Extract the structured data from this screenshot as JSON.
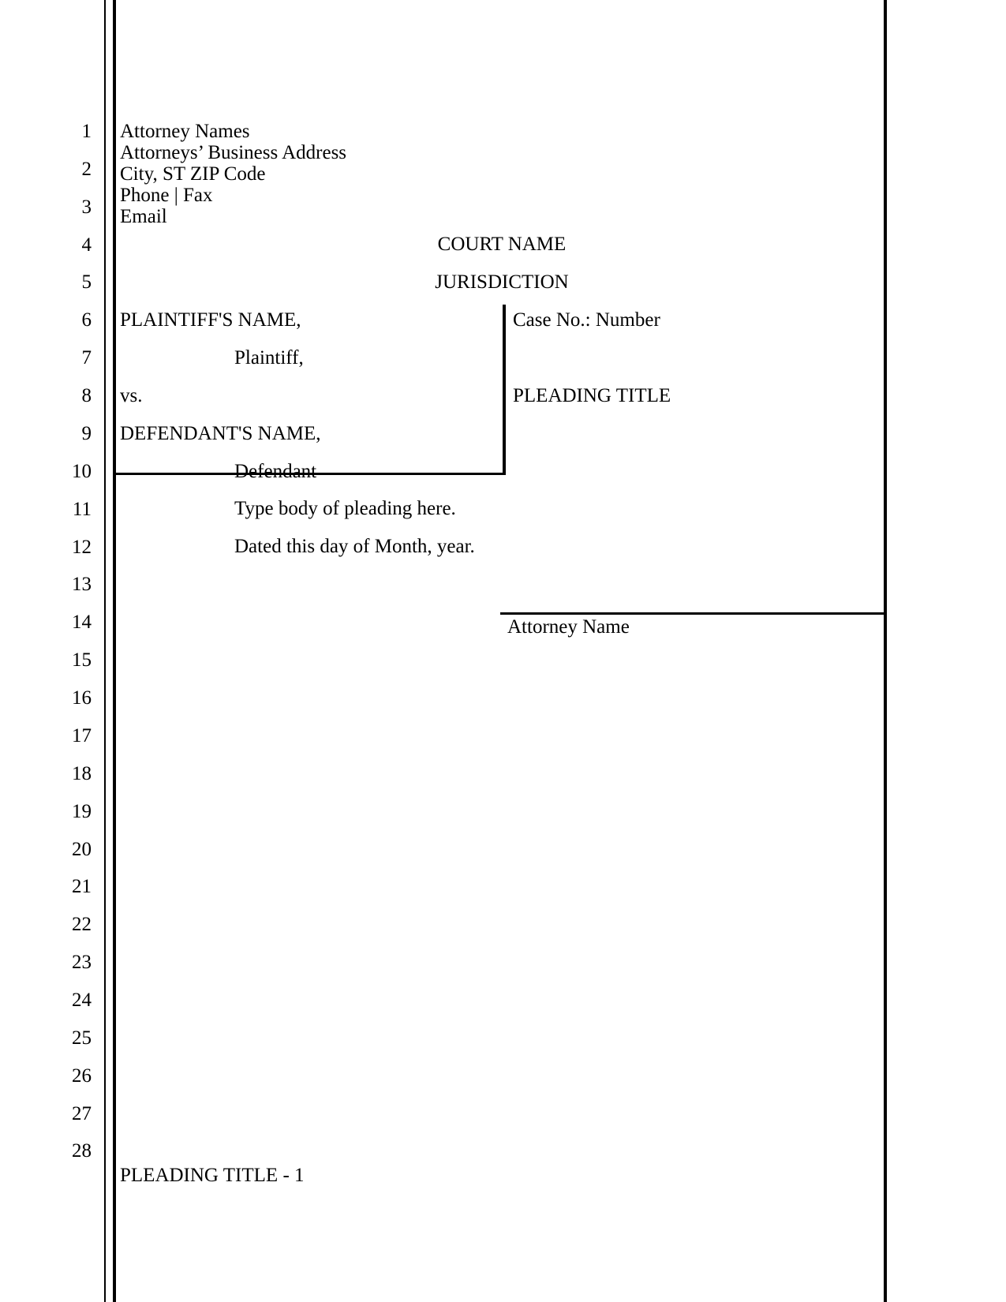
{
  "colors": {
    "background": "#ffffff",
    "text": "#000000",
    "rules": "#000000"
  },
  "document": {
    "line_numbers": [
      "1",
      "2",
      "3",
      "4",
      "5",
      "6",
      "7",
      "8",
      "9",
      "10",
      "11",
      "12",
      "13",
      "14",
      "15",
      "16",
      "17",
      "18",
      "19",
      "20",
      "21",
      "22",
      "23",
      "24",
      "25",
      "26",
      "27",
      "28"
    ],
    "attorney_block": {
      "lines": [
        "Attorney Names",
        "Attorneys’ Business Address",
        "City, ST ZIP Code",
        "Phone | Fax",
        "Email"
      ]
    },
    "court": {
      "name": "COURT NAME",
      "jurisdiction": "JURISDICTION"
    },
    "caption": {
      "plaintiff_name": "PLAINTIFF'S NAME,",
      "plaintiff_designation": "Plaintiff,",
      "versus": "vs.",
      "defendant_name": "DEFENDANT'S NAME,",
      "defendant_designation": "Defendant",
      "case_number": "Case No.: Number",
      "pleading_title": "PLEADING TITLE"
    },
    "body": {
      "placeholder": "Type body of pleading here.",
      "dated": "Dated this day of Month, year."
    },
    "signature": {
      "attorney_name": "Attorney Name"
    },
    "footer": {
      "text": "PLEADING TITLE - 1"
    }
  }
}
